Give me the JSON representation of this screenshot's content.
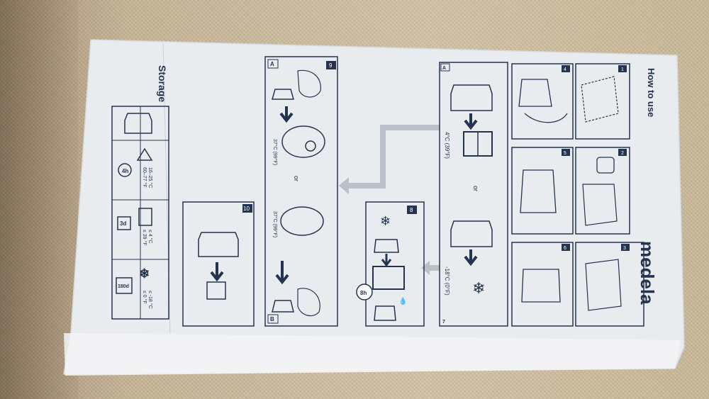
{
  "brand": "medela",
  "sections": {
    "storage": "Storage",
    "how_to_use": "How to use"
  },
  "steps": [
    "1",
    "2",
    "3",
    "4",
    "5",
    "6",
    "7",
    "8",
    "9",
    "10"
  ],
  "markers": {
    "a": "A",
    "b": "B"
  },
  "fridge_temp": "4°C (39°F)",
  "freezer_temp": "-18°C (0°F)",
  "or_label": "or",
  "warm_temp_1": "37°C (99°F)",
  "warm_temp_2": "37°C (99°F)",
  "thaw_time": "8h",
  "storage_rows": [
    {
      "duration": "4h",
      "temp_c": "16–25 °C",
      "temp_f": "60–77 °F"
    },
    {
      "duration": "3d",
      "temp_c": "≤ 4 °C",
      "temp_f": "≤ 39 °F"
    },
    {
      "duration": "180d",
      "temp_c": "≤ -18 °C",
      "temp_f": "≤ 0 °F"
    }
  ],
  "colors": {
    "ink": "#24344f",
    "paper": "#eef0f2",
    "fabric": "#c9b89d"
  }
}
